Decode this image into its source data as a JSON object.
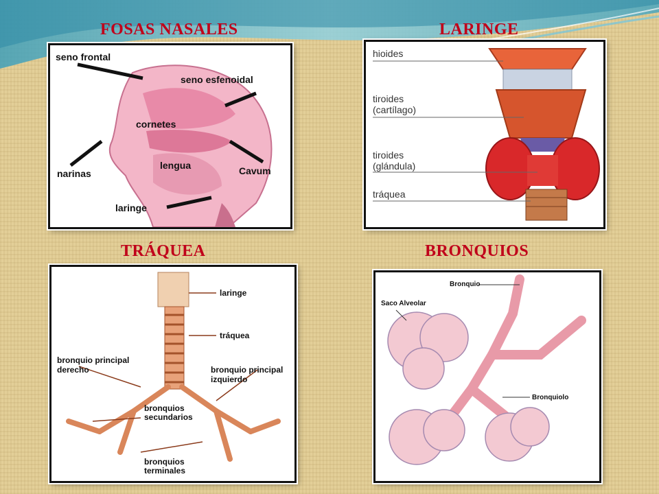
{
  "colors": {
    "title": "#c0001a",
    "background": "#e3cf98",
    "wave": "#5fb3c8"
  },
  "titles": {
    "nasal": "FOSAS NASALES",
    "larynx": "LARINGE",
    "trachea": "TRÁQUEA",
    "bronchi": "BRONQUIOS"
  },
  "nasal": {
    "labels": {
      "frontal": "seno frontal",
      "sphenoid": "seno esfenoidal",
      "turbinates": "cornetes",
      "nostrils": "narinas",
      "tongue": "lengua",
      "cavum": "Cavum",
      "larynx": "laringe"
    }
  },
  "larynx": {
    "labels": {
      "hyoid": "hioides",
      "thyroid1": "tiroides",
      "thyroid1b": "(cartílago)",
      "thyroid2": "tiroides",
      "thyroid2b": "(glándula)",
      "trachea": "tráquea"
    }
  },
  "trachea": {
    "labels": {
      "larynx": "laringe",
      "trachea": "tráquea",
      "right1": "bronquio principal",
      "right2": "derecho",
      "left1": "bronquio principal",
      "left2": "izquierdo",
      "sec1": "bronquios",
      "sec2": "secundarios",
      "term1": "bronquios",
      "term2": "terminales"
    }
  },
  "bronchi": {
    "labels": {
      "bronchus": "Bronquio",
      "sac": "Saco Alveolar",
      "bronchiole": "Bronquiolo"
    }
  }
}
